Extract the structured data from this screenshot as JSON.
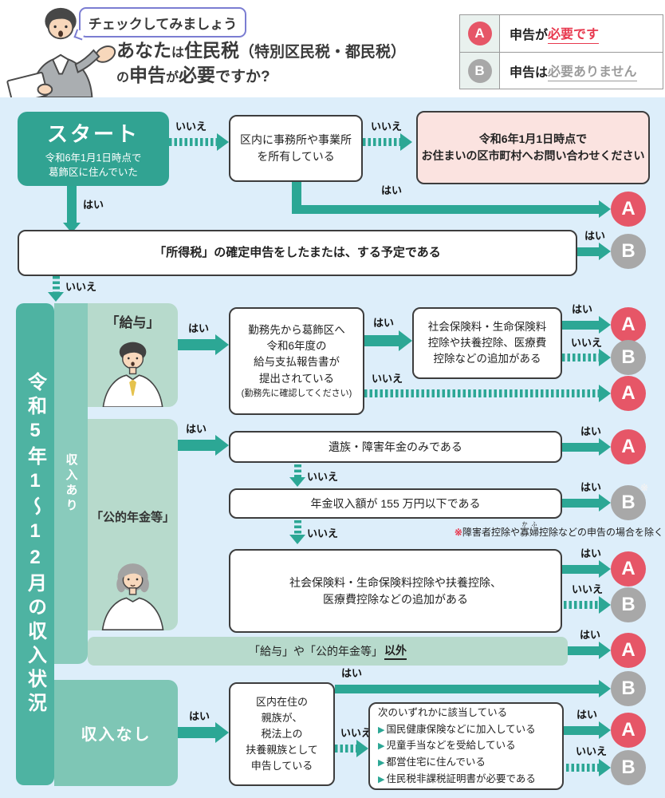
{
  "labels": {
    "yes": "はい",
    "no": "いいえ"
  },
  "results": {
    "a": "A",
    "b": "B",
    "note_mark": "※"
  },
  "header": {
    "bubble": "チェックしてみましょう",
    "title": {
      "p1": "あなた",
      "p2": "は",
      "p3": "住民税",
      "p4": "（特別区民税・都民税）",
      "p5": "の",
      "p6": "申告",
      "p7": "が",
      "p8": "必要",
      "p9": "ですか?"
    },
    "legend": {
      "a_letter": "A",
      "a_prefix": "申告が",
      "a_highlight": "必要です",
      "b_letter": "B",
      "b_prefix": "申告は",
      "b_highlight": "必要ありません"
    }
  },
  "start": {
    "title": "スタート",
    "line1": "令和6年1月1日時点で",
    "line2": "葛飾区に住んでいた"
  },
  "office_box": {
    "line1": "区内に事務所や事業所",
    "line2": "を所有している"
  },
  "contact_box": {
    "line1": "令和6年1月1日時点で",
    "line2": "お住まいの区市町村へお問い合わせください"
  },
  "income_tax_box": {
    "text": "「所得税」の確定申告をしたまたは、する予定である"
  },
  "section": {
    "period": "令和5年1～12月の収入状況",
    "income_yes": "収入あり",
    "income_no": "収入なし",
    "salary": "「給与」",
    "pension": "「公的年金等」",
    "other_prefix": "「給与」や「公的年金等」",
    "other_em": "以外"
  },
  "work_box": {
    "line1": "勤務先から葛飾区へ",
    "line2": "令和6年度の",
    "line3": "給与支払報告書が",
    "line4": "提出されている",
    "note": "(勤務先に確認してください)"
  },
  "insurance_box1": {
    "line1": "社会保険料・生命保険料",
    "line2": "控除や扶養控除、医療費",
    "line3": "控除などの追加がある"
  },
  "survivor_box": {
    "text": "遺族・障害年金のみである"
  },
  "pension_amount_box": {
    "text": "年金収入額が 155 万円以下である"
  },
  "exception_note": {
    "mark": "※",
    "p1": "障害者控除や",
    "ruby_base": "寡婦",
    "ruby_text": "かふ",
    "p2": "控除などの申告の場合を除く"
  },
  "insurance_box2": {
    "line1": "社会保険料・生命保険料控除や扶養控除、",
    "line2": "医療費控除などの追加がある"
  },
  "relative_box": {
    "line1": "区内在住の",
    "line2": "親族が、",
    "line3": "税法上の",
    "line4": "扶養親族として",
    "line5": "申告している"
  },
  "list_box": {
    "title": "次のいずれかに該当している",
    "bullet": "▶",
    "item1": "国民健康保険などに加入している",
    "item2": "児童手当などを受給している",
    "item3": "都営住宅に住んでいる",
    "item4": "住民税非課税証明書が必要である"
  },
  "colors": {
    "teal": "#2ca795",
    "result_a": "#e65667",
    "result_b": "#a8a8a8",
    "background": "#ddeefa",
    "panel": "#b7dacc",
    "bar_main": "#4eb3a2",
    "bar_sub": "#89cbbc",
    "panel_no_income": "#7ec6b5",
    "pink_fill": "#fbe3e0",
    "bubble_border": "#7b7dd2",
    "legend_red": "#e8394f"
  }
}
